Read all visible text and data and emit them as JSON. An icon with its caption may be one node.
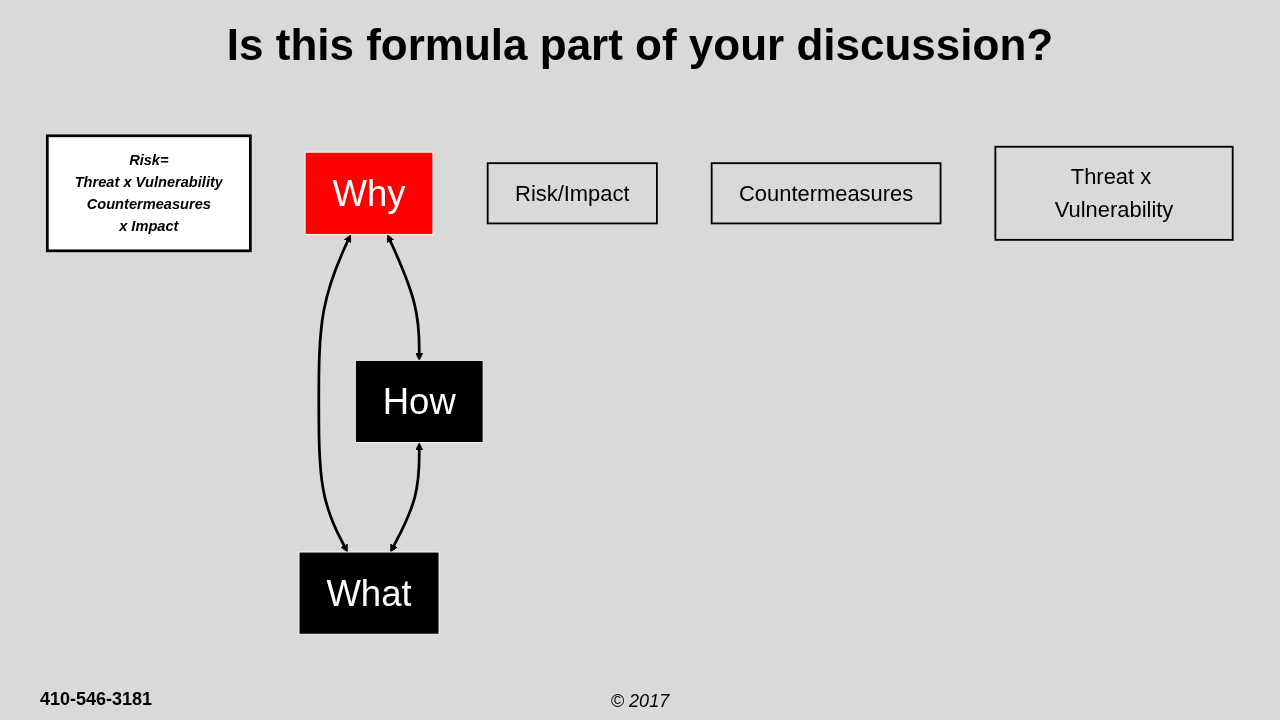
{
  "diagram": {
    "title": "Is this formula part of your discussion?",
    "nodes": [
      {
        "text": [
          "Risk=",
          "Threat x Vulnerability",
          "Countermeasures",
          "x Impact"
        ]
      },
      {
        "text": [
          "Why"
        ]
      },
      {
        "text": [
          "Risk/Impact"
        ]
      },
      {
        "text": [
          "Countermeasures"
        ]
      },
      {
        "text": [
          "How"
        ]
      },
      {
        "text": [
          "What"
        ]
      },
      {
        "text": [
          "Threat x Vulnerability"
        ]
      }
    ],
    "edges": [
      {
        "from": 1,
        "to": 4,
        "arrow": "both"
      },
      {
        "from": 1,
        "to": 5,
        "arrow": "both"
      },
      {
        "from": 4,
        "to": 5,
        "arrow": "both"
      }
    ],
    "labels": [
      "410-546-3181",
      "© 2017"
    ]
  }
}
